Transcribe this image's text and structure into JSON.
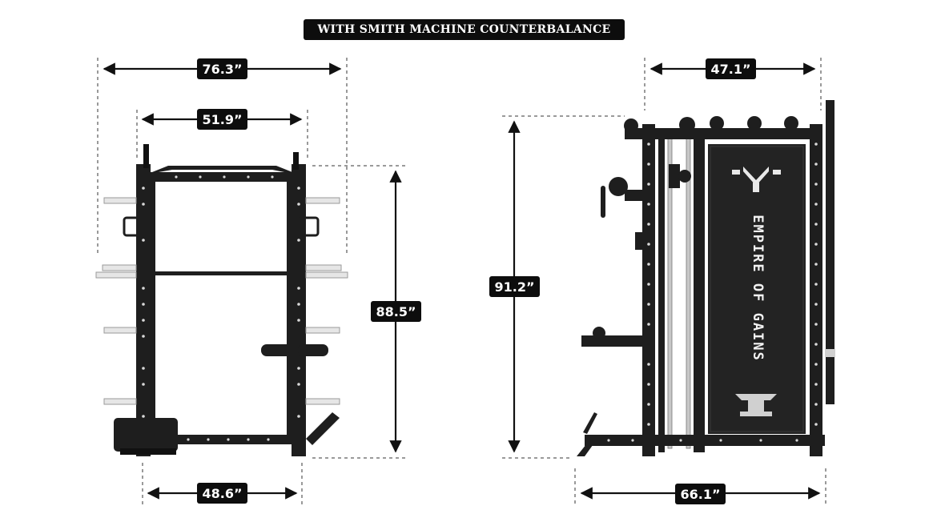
{
  "header": {
    "title": "WITH SMITH MACHINE COUNTERBALANCE"
  },
  "front_view": {
    "dimensions": {
      "outer_width": "76.3”",
      "inner_width": "51.9”",
      "height": "88.5”",
      "base_width": "48.6”"
    }
  },
  "side_view": {
    "dimensions": {
      "top_width": "47.1”",
      "height": "91.2”",
      "base_depth": "66.1”"
    },
    "panel_text": "EMPIRE OF GAINS"
  },
  "colors": {
    "frame": "#1e1e1e",
    "label_bg": "#0d0d0d",
    "label_text": "#ffffff",
    "guide": "#9a9a9a"
  }
}
